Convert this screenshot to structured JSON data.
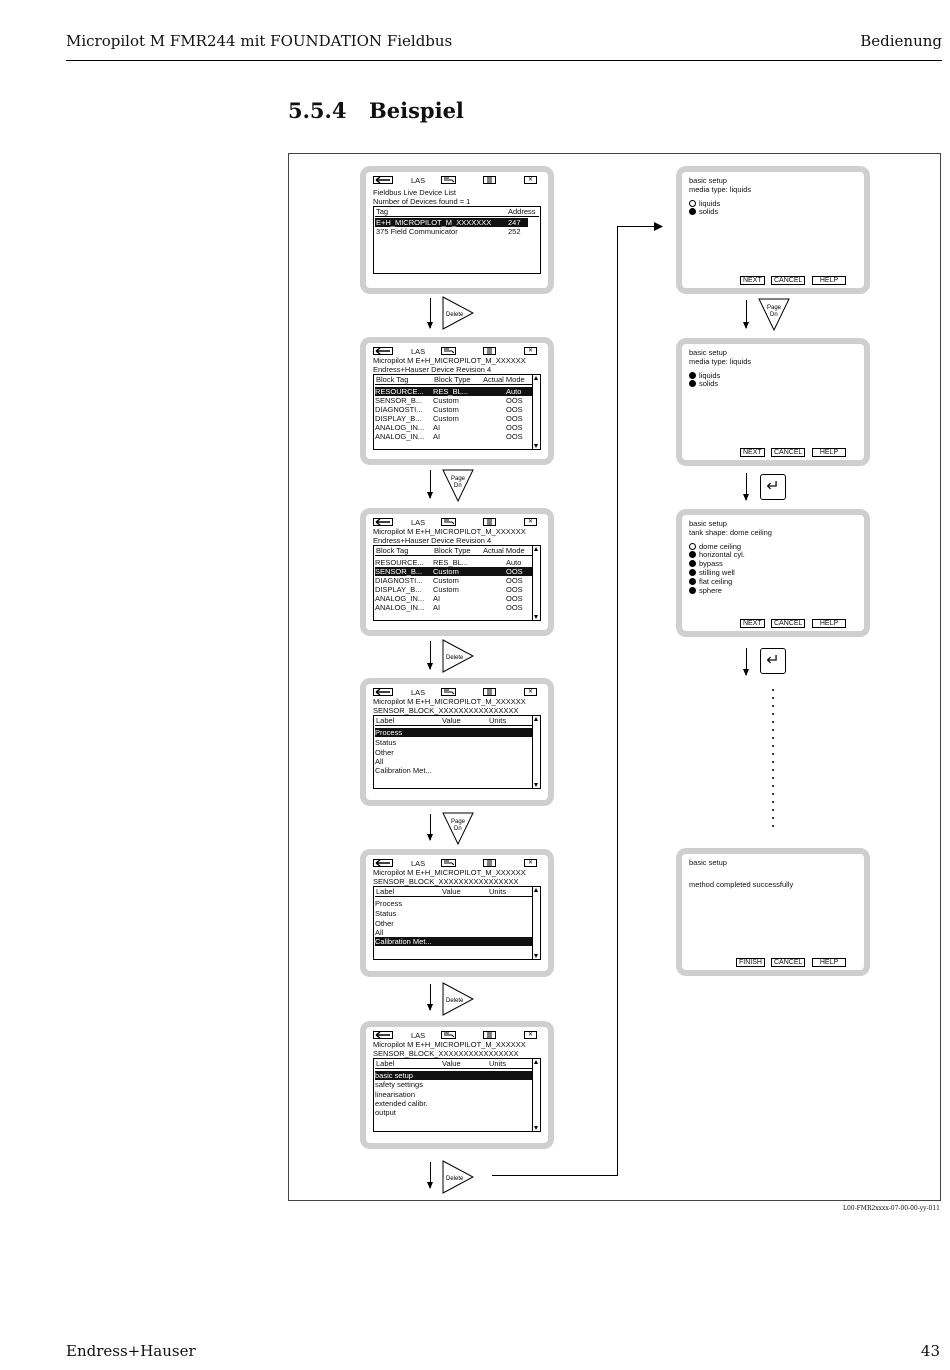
{
  "header": {
    "left": "Micropilot M FMR244 mit FOUNDATION Fieldbus",
    "right": "Bedienung"
  },
  "section": {
    "number": "5.5.4",
    "title": "Beispiel"
  },
  "footer": {
    "left": "Endress+Hauser",
    "right": "43"
  },
  "figure_code": "L00-FMR2xxxx-07-00-00-yy-011",
  "toolbar": {
    "las": "LAS",
    "back_icon": "arrow-left-icon",
    "close_glyph": "✕"
  },
  "keys": {
    "delete": "Delete",
    "page": "Page",
    "dn": "Dn",
    "enter": "↵"
  },
  "left_screens": [
    {
      "l1": "Fieldbus Live Device List",
      "l2": "Number of Devices found = 1",
      "cols": [
        "Tag",
        "Address"
      ],
      "rows": [
        {
          "a": "E+H_MICROPILOT_M_XXXXXXX",
          "b": "247"
        },
        {
          "a": "375 Field Communicator",
          "b": "252"
        }
      ]
    },
    {
      "l1": "Micropilot M E+H_MICROPILOT_M_XXXXXX",
      "l2": "Endress+Hauser Device Revision 4",
      "cols": [
        "Block Tag",
        "Block Type",
        "Actual Mode"
      ],
      "rows": [
        {
          "a": "RESOURCE...",
          "b": "RES_BL...",
          "c": "Auto"
        },
        {
          "a": "SENSOR_B...",
          "b": "Custom",
          "c": "OOS"
        },
        {
          "a": "DIAGNOSTI...",
          "b": "Custom",
          "c": "OOS"
        },
        {
          "a": "DISPLAY_B...",
          "b": "Custom",
          "c": "OOS"
        },
        {
          "a": "ANALOG_IN...",
          "b": "AI",
          "c": "OOS"
        },
        {
          "a": "ANALOG_IN...",
          "b": "AI",
          "c": "OOS"
        }
      ]
    },
    {
      "l1": "Micropilot M E+H_MICROPILOT_M_XXXXXX",
      "l2": "Endress+Hauser Device Revision 4",
      "cols": [
        "Block Tag",
        "Block Type",
        "Actual Mode"
      ],
      "rows": [
        {
          "a": "RESOURCE...",
          "b": "RES_BL...",
          "c": "Auto"
        },
        {
          "a": "SENSOR_B...",
          "b": "Custom",
          "c": "OOS"
        },
        {
          "a": "DIAGNOSTI...",
          "b": "Custom",
          "c": "OOS"
        },
        {
          "a": "DISPLAY_B...",
          "b": "Custom",
          "c": "OOS"
        },
        {
          "a": "ANALOG_IN...",
          "b": "AI",
          "c": "OOS"
        },
        {
          "a": "ANALOG_IN...",
          "b": "AI",
          "c": "OOS"
        }
      ]
    },
    {
      "l1": "Micropilot M E+H_MICROPILOT_M_XXXXXX",
      "l2": "SENSOR_BLOCK_XXXXXXXXXXXXXXXX",
      "cols": [
        "Label",
        "Value",
        "Units"
      ],
      "rows": [
        {
          "a": "Process"
        },
        {
          "a": "Status"
        },
        {
          "a": "Other"
        },
        {
          "a": "All"
        },
        {
          "a": "Calibration Met..."
        }
      ]
    },
    {
      "l1": "Micropilot M E+H_MICROPILOT_M_XXXXXX",
      "l2": "SENSOR_BLOCK_XXXXXXXXXXXXXXXX",
      "cols": [
        "Label",
        "Value",
        "Units"
      ],
      "rows": [
        {
          "a": "Process"
        },
        {
          "a": "Status"
        },
        {
          "a": "Other"
        },
        {
          "a": "All"
        },
        {
          "a": "Calibration Met..."
        }
      ]
    },
    {
      "l1": "Micropilot M E+H_MICROPILOT_M_XXXXXX",
      "l2": "SENSOR_BLOCK_XXXXXXXXXXXXXXXX",
      "cols": [
        "Label",
        "Value",
        "Units"
      ],
      "rows": [
        {
          "a": "basic setup"
        },
        {
          "a": "safety settings"
        },
        {
          "a": "linearisation"
        },
        {
          "a": "extended calibr."
        },
        {
          "a": "output"
        }
      ]
    }
  ],
  "right_screens": [
    {
      "title": "basic setup",
      "sub": "media type: liquids",
      "options": [
        "liquids",
        "solids"
      ],
      "buttons": [
        "NEXT",
        "CANCEL",
        "HELP"
      ]
    },
    {
      "title": "basic setup",
      "sub": "media type: liquids",
      "options": [
        "liquids",
        "solids"
      ],
      "buttons": [
        "NEXT",
        "CANCEL",
        "HELP"
      ]
    },
    {
      "title": "basic setup",
      "sub": "tank shape: dome ceiling",
      "options": [
        "dome ceiling",
        "horizontal cyl.",
        "bypass",
        "stilling well",
        "flat ceiling",
        "sphere"
      ],
      "buttons": [
        "NEXT",
        "CANCEL",
        "HELP"
      ]
    },
    {
      "title": "basic setup",
      "message": "method completed successfully",
      "buttons": [
        "FINISH",
        "CANCEL",
        "HELP"
      ]
    }
  ]
}
